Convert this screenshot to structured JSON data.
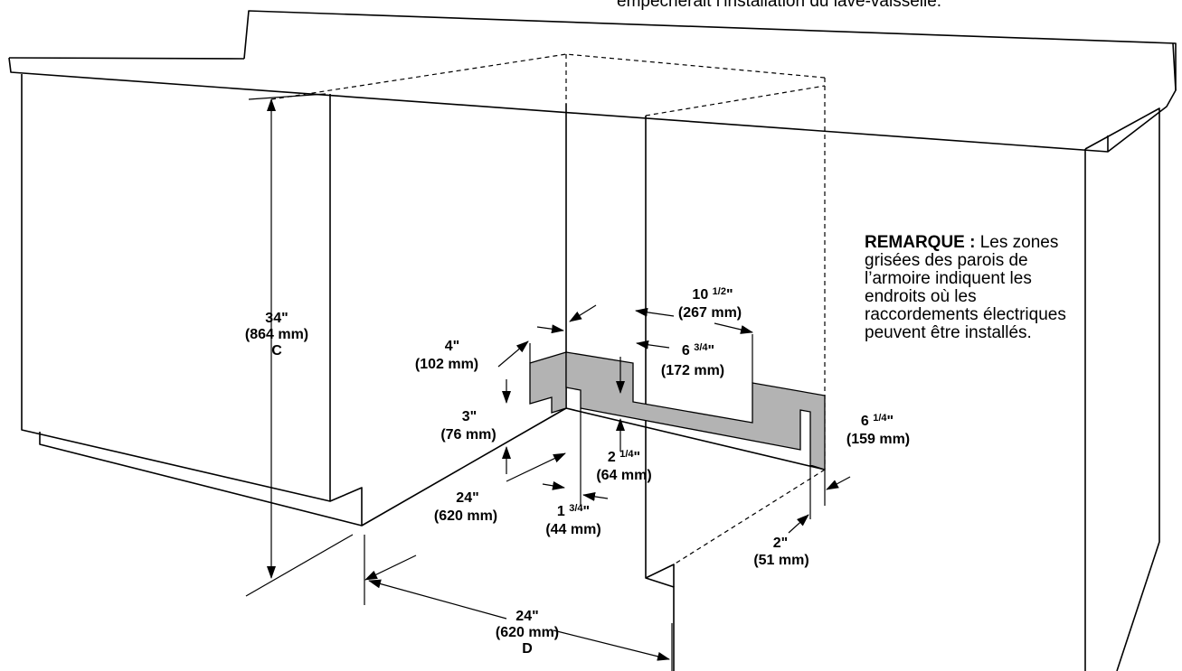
{
  "colors": {
    "shaded_zone": "#b3b3b3",
    "line": "#000000",
    "background": "#ffffff"
  },
  "top_note": "empêcherait l’installation du lave-vaisselle.",
  "note": {
    "label": "REMARQUE :",
    "text": " Les zones grisées des parois de l’armoire indiquent les endroits où les raccordements électriques peuvent être installés."
  },
  "dimensions": {
    "height_c": {
      "in": "34\"",
      "mm": "(864 mm)",
      "letter": "C"
    },
    "depth_d": {
      "in": "24\"",
      "mm": "(620 mm)",
      "letter": "D"
    },
    "depth_left": {
      "in": "24\"",
      "mm": "(620 mm)"
    },
    "back_4": {
      "in": "4\"",
      "mm": "(102 mm)"
    },
    "back_3": {
      "in": "3\"",
      "mm": "(76 mm)"
    },
    "back_2_1_4": {
      "whole": "2 ",
      "frac": "1/4",
      "unit": "\"",
      "mm": "(64 mm)"
    },
    "back_1_3_4": {
      "whole": "1 ",
      "frac": "3/4",
      "unit": "\"",
      "mm": "(44 mm)"
    },
    "back_10_1_2": {
      "whole": "10 ",
      "frac": "1/2",
      "unit": "\"",
      "mm": "(267 mm)"
    },
    "back_6_3_4": {
      "whole": "6 ",
      "frac": "3/4",
      "unit": "\"",
      "mm": "(172 mm)"
    },
    "side_6_1_4": {
      "whole": "6 ",
      "frac": "1/4",
      "unit": "\"",
      "mm": "(159 mm)"
    },
    "side_2": {
      "in": "2\"",
      "mm": "(51 mm)"
    }
  }
}
